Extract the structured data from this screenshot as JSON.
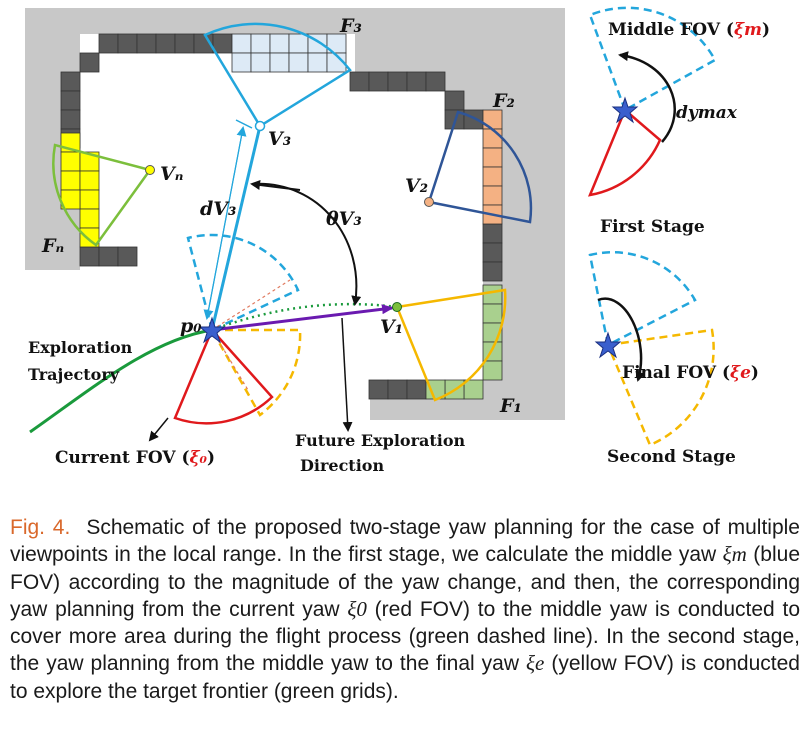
{
  "figure": {
    "labels": {
      "f3": "F₃",
      "f2": "F₂",
      "f1": "F₁",
      "fn": "Fₙ",
      "v3": "V₃",
      "v2": "V₂",
      "v1": "V₁",
      "vn": "Vₙ",
      "p0": "p₀",
      "d_v3": "dV₃",
      "theta_v3": "θV₃",
      "exploration_trajectory_1": "Exploration",
      "exploration_trajectory_2": "Trajectory",
      "current_fov_text": "Current FOV (",
      "current_fov_sym": "ξ₀",
      "current_fov_close": ")",
      "future_dir_1": "Future Exploration",
      "future_dir_2": "Direction",
      "middle_fov_text": "Middle FOV (",
      "middle_fov_sym": "ξm",
      "middle_fov_close": ")",
      "dy_max": "dymax",
      "first_stage": "First Stage",
      "final_fov_text": "Final FOV (",
      "final_fov_sym": "ξe",
      "final_fov_close": ")",
      "second_stage": "Second Stage"
    },
    "colors": {
      "map_background": "#c8c8c8",
      "free_space": "#ffffff",
      "occupied_grid": "#595959",
      "frontier_blue": "#ddeaf6",
      "frontier_orange": "#f4b183",
      "frontier_green": "#a9d08e",
      "frontier_yellow": "#ffff00",
      "fov_red": "#e0191c",
      "fov_blue": "#23a6dc",
      "fov_yellow": "#f5b800",
      "trajectory_green": "#1a9a3c",
      "direction_purple": "#6a1ab0",
      "v2_fov": "#2f5597",
      "vn_fov": "#7cbf3c",
      "star": "#3a5fcd"
    }
  },
  "caption": {
    "fig_label": "Fig. 4.",
    "part1": "Schematic of the proposed two-stage yaw planning for the case of multiple viewpoints in the local range. In the first stage, we calculate the middle yaw ",
    "xi_m": "ξm",
    "part2": " (blue FOV) according to the magnitude of the yaw change, and then, the corresponding yaw planning from the current yaw ",
    "xi_0": "ξ0",
    "part3": " (red FOV) to the middle yaw is conducted to cover more area during the flight process (green dashed line). In the second stage, the yaw planning from the middle yaw to the final yaw ",
    "xi_e": "ξe",
    "part4": " (yellow FOV) is conducted to explore the target frontier (green grids)."
  }
}
